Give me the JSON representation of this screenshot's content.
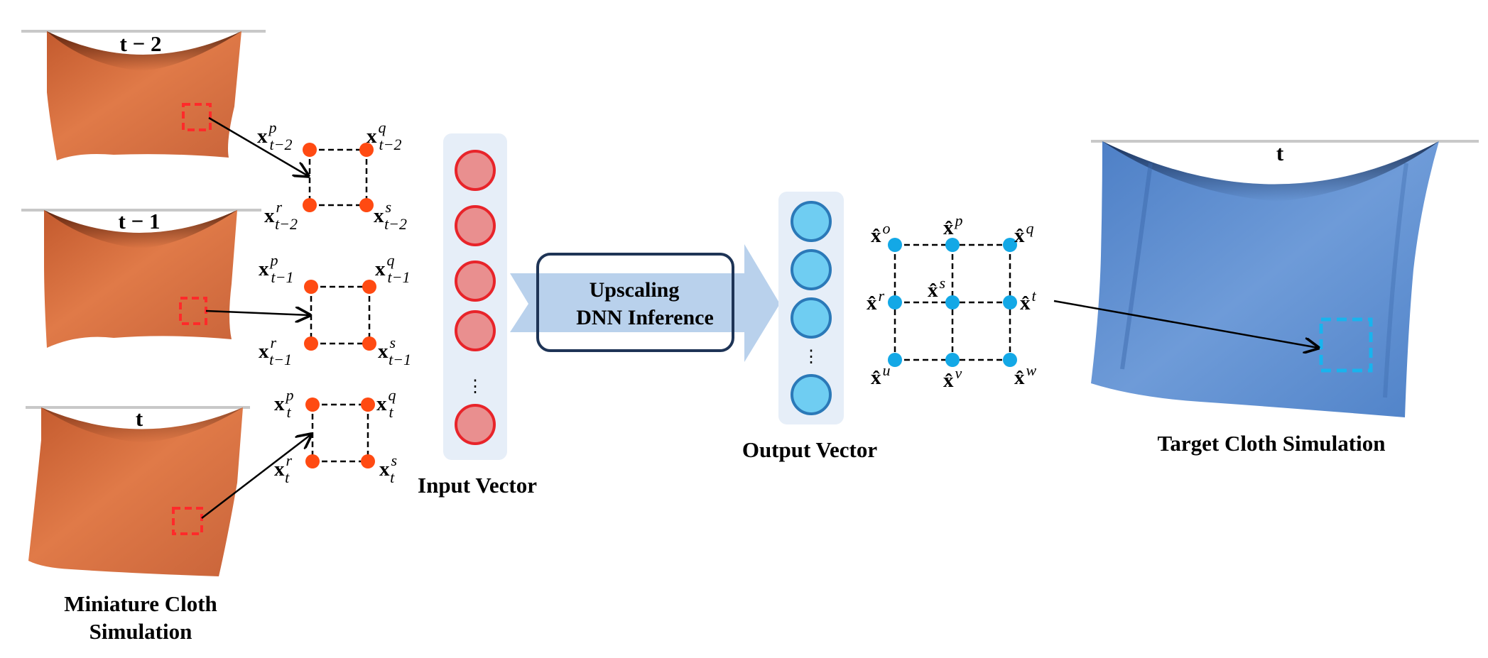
{
  "colors": {
    "orange_cloth": "#d9693a",
    "orange_node": "#ff4a12",
    "blue_cloth": "#5f8fcf",
    "blue_node": "#13a8e6",
    "red_selection": "#ff2a2a",
    "cyan_selection": "#18b4ee",
    "input_neuron": "#e98f8f",
    "input_neuron_stroke": "#e8242a",
    "output_neuron": "#6fcdf2",
    "output_neuron_stroke": "#2b79b8",
    "vector_panel": "#e6eef8",
    "arrow_band": "#b9d1ec",
    "dnn_box_stroke": "#1e3456"
  },
  "frames": [
    {
      "label": "t − 2"
    },
    {
      "label": "t − 1"
    },
    {
      "label": "t"
    }
  ],
  "patches": [
    {
      "nodes": [
        {
          "base": "x",
          "sup": "p",
          "sub": "t−2"
        },
        {
          "base": "x",
          "sup": "q",
          "sub": "t−2"
        },
        {
          "base": "x",
          "sup": "r",
          "sub": "t−2"
        },
        {
          "base": "x",
          "sup": "s",
          "sub": "t−2"
        }
      ]
    },
    {
      "nodes": [
        {
          "base": "x",
          "sup": "p",
          "sub": "t−1"
        },
        {
          "base": "x",
          "sup": "q",
          "sub": "t−1"
        },
        {
          "base": "x",
          "sup": "r",
          "sub": "t−1"
        },
        {
          "base": "x",
          "sup": "s",
          "sub": "t−1"
        }
      ]
    },
    {
      "nodes": [
        {
          "base": "x",
          "sup": "p",
          "sub": "t"
        },
        {
          "base": "x",
          "sup": "q",
          "sub": "t"
        },
        {
          "base": "x",
          "sup": "r",
          "sub": "t"
        },
        {
          "base": "x",
          "sup": "s",
          "sub": "t"
        }
      ]
    }
  ],
  "miniature_label": [
    "Miniature Cloth",
    "Simulation"
  ],
  "input_vector_label": "Input Vector",
  "vector_ellipsis": "⋮",
  "dnn_box_label": [
    "Upscaling",
    "DNN Inference"
  ],
  "output_vector_label": "Output Vector",
  "output_grid": [
    {
      "base": "x̂",
      "sup": "o"
    },
    {
      "base": "x̂",
      "sup": "p"
    },
    {
      "base": "x̂",
      "sup": "q"
    },
    {
      "base": "x̂",
      "sup": "r"
    },
    {
      "base": "x̂",
      "sup": "s"
    },
    {
      "base": "x̂",
      "sup": "t"
    },
    {
      "base": "x̂",
      "sup": "u"
    },
    {
      "base": "x̂",
      "sup": "v"
    },
    {
      "base": "x̂",
      "sup": "w"
    }
  ],
  "target_frame_label": "t",
  "target_label": "Target Cloth Simulation"
}
